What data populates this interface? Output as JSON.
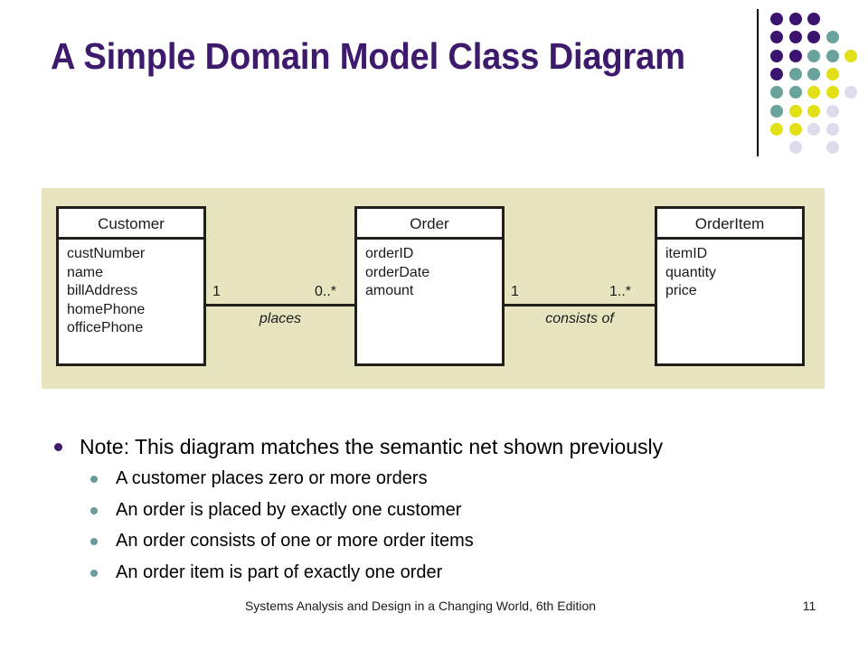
{
  "slide": {
    "title": "A Simple Domain Model Class Diagram",
    "page_number": "11",
    "footer": "Systems Analysis and Design in a Changing World, 6th Edition"
  },
  "theme": {
    "title_purple": "#3d1a6b",
    "panel_beige": "#e7e5bf",
    "bullet_teal": "#6b9b9b",
    "line_black": "#221f1a",
    "dot_purple": "#3b1470",
    "dot_teal": "#6aa39c",
    "dot_yellow": "#e2e016",
    "dot_lavender": "#dcdced"
  },
  "decoration": {
    "dot_grid": {
      "columns": 5,
      "rows": 8,
      "cells": [
        [
          "purple",
          "purple",
          "purple",
          "none",
          "none"
        ],
        [
          "purple",
          "purple",
          "purple",
          "teal",
          "none"
        ],
        [
          "purple",
          "purple",
          "teal",
          "teal",
          "yellow"
        ],
        [
          "purple",
          "teal",
          "teal",
          "yellow",
          "none"
        ],
        [
          "teal",
          "teal",
          "yellow",
          "yellow",
          "lavender"
        ],
        [
          "teal",
          "yellow",
          "yellow",
          "lavender",
          "none"
        ],
        [
          "yellow",
          "yellow",
          "lavender",
          "lavender",
          "none"
        ],
        [
          "none",
          "lavender",
          "none",
          "lavender",
          "none"
        ]
      ]
    }
  },
  "diagram": {
    "classes": [
      {
        "name": "Customer",
        "attributes": [
          "custNumber",
          "name",
          "billAddress",
          "homePhone",
          "officePhone"
        ]
      },
      {
        "name": "Order",
        "attributes": [
          "orderID",
          "orderDate",
          "amount"
        ]
      },
      {
        "name": "OrderItem",
        "attributes": [
          "itemID",
          "quantity",
          "price"
        ]
      }
    ],
    "associations": [
      {
        "label": "places",
        "source": "Customer",
        "target": "Order",
        "source_multiplicity": "1",
        "target_multiplicity": "0..*"
      },
      {
        "label": "consists of",
        "source": "Order",
        "target": "OrderItem",
        "source_multiplicity": "1",
        "target_multiplicity": "1..*"
      }
    ]
  },
  "bullets": {
    "main": "Note: This diagram matches the semantic net shown previously",
    "sub": [
      "A customer places zero or more orders",
      "An order is placed by exactly one customer",
      "An order consists of one or more order items",
      "An order item is part of exactly one order"
    ]
  }
}
